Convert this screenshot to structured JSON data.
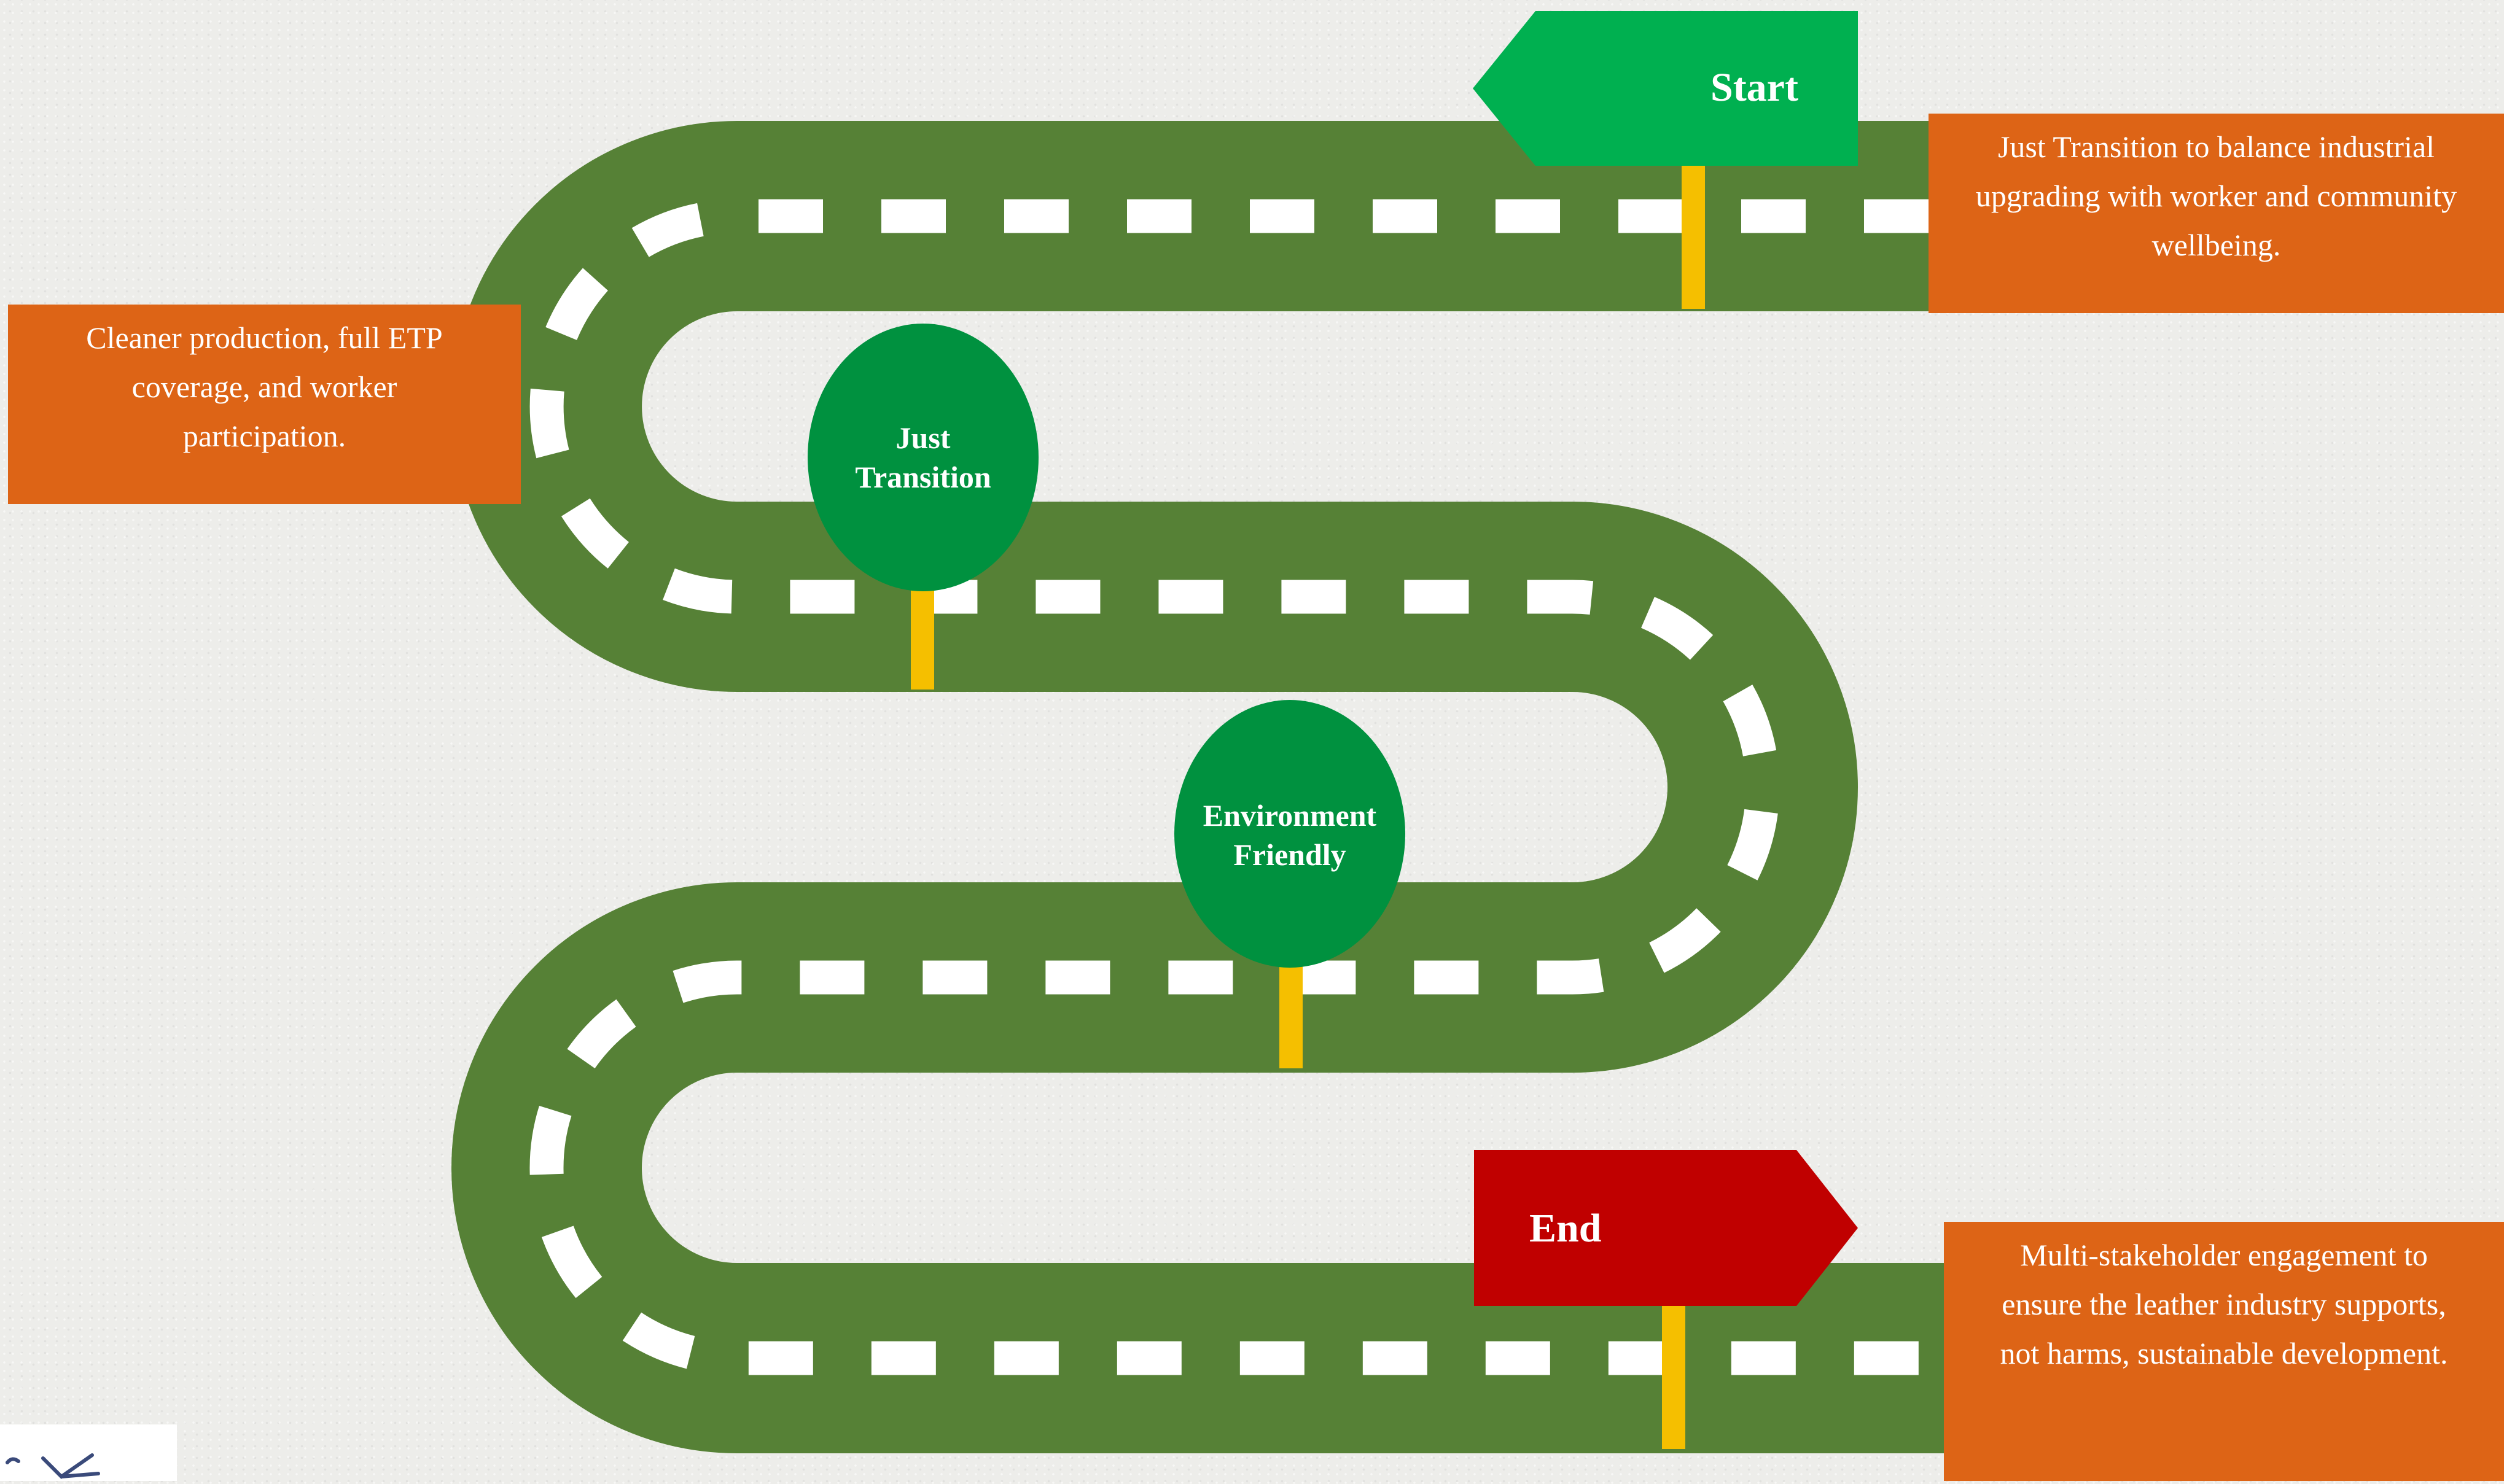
{
  "signs": {
    "start": {
      "label": "Start",
      "color": "#00b050"
    },
    "end": {
      "label": "End",
      "color": "#c00000"
    }
  },
  "milestones": [
    {
      "label_line1": "Just",
      "label_line2": "Transition",
      "color": "#00913f"
    },
    {
      "label_line1": "Environment",
      "label_line2": "Friendly",
      "color": "#00913f"
    }
  ],
  "notes": {
    "top_right": {
      "line1": "Just Transition to balance industrial",
      "line2": "upgrading with worker and community",
      "line3": "wellbeing."
    },
    "left": {
      "line1": "Cleaner production, full ETP",
      "line2": "coverage, and worker",
      "line3": "participation."
    },
    "bottom_right": {
      "line1": "Multi-stakeholder engagement to",
      "line2": "ensure the leather industry supports,",
      "line3": "not harms, sustainable development."
    }
  },
  "colors": {
    "road": "#568136",
    "lane_marks": "#ffffff",
    "note_box": "#dd6416",
    "pole": "#f5bf00"
  }
}
